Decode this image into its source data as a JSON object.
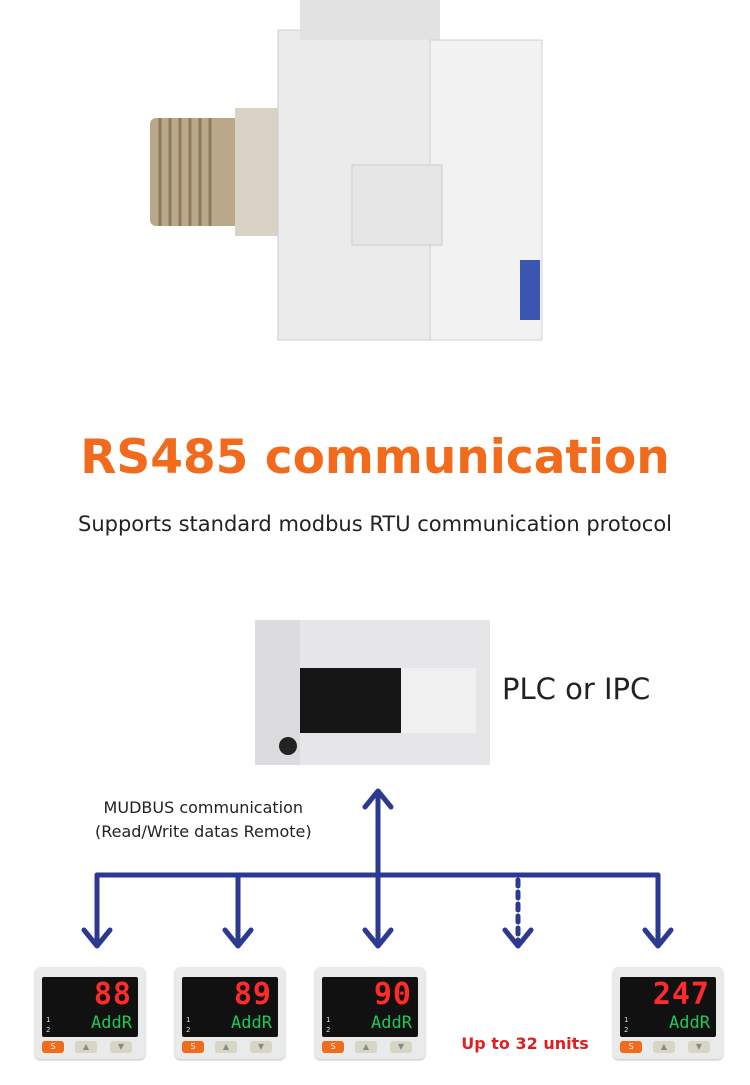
{
  "title": "RS485 communication",
  "subtitle": "Supports standard modbus RTU communication protocol",
  "plc_label": "PLC or IPC",
  "modbus_line1": "MUDBUS communication",
  "modbus_line2": "(Read/Write datas Remote)",
  "units_label": "Up to 32 units",
  "devices": [
    {
      "value": "88",
      "label": "AddR"
    },
    {
      "value": "89",
      "label": "AddR"
    },
    {
      "value": "90",
      "label": "AddR"
    },
    {
      "value": "247",
      "label": "AddR"
    }
  ],
  "colors": {
    "accent": "#f26a1b",
    "arrow": "#2b3990",
    "dash": "#e02020"
  }
}
